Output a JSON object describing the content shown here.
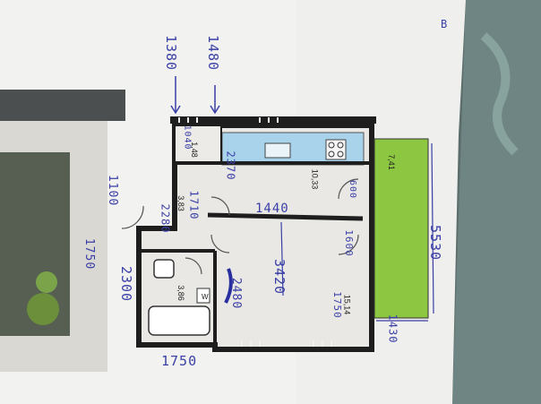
{
  "plan": {
    "colors": {
      "paper": "#efefed",
      "wall": "#1e1e1e",
      "kitchen": "#a9d3ea",
      "balcony": "#8dc640",
      "ink": "#3a3fa6"
    },
    "rooms": {
      "kitchen_area": "10,33",
      "living_area": "15,14",
      "hall_area": "3,83",
      "bath_area": "3,86",
      "closet_area": "1,48",
      "balcony_area": "7,41"
    },
    "bath_label": "W",
    "handwritten": {
      "top_1380": "1380",
      "top_1480": "1480",
      "left_1100": "1100",
      "left_1750": "1750",
      "left_2300": "2300",
      "bottom_1750": "1750",
      "right_5530": "5530",
      "right_1430": "1430",
      "kitchen_1440": "1440",
      "kitchen_2370": "2370",
      "hall_1710": "1710",
      "hall_2280": "2280",
      "closet_1040": "1040",
      "living_3420": "3420",
      "living_2480": "2480",
      "living_1750": "1750",
      "door_600": "600",
      "door_1600": "1600",
      "corner_b": "B"
    }
  }
}
